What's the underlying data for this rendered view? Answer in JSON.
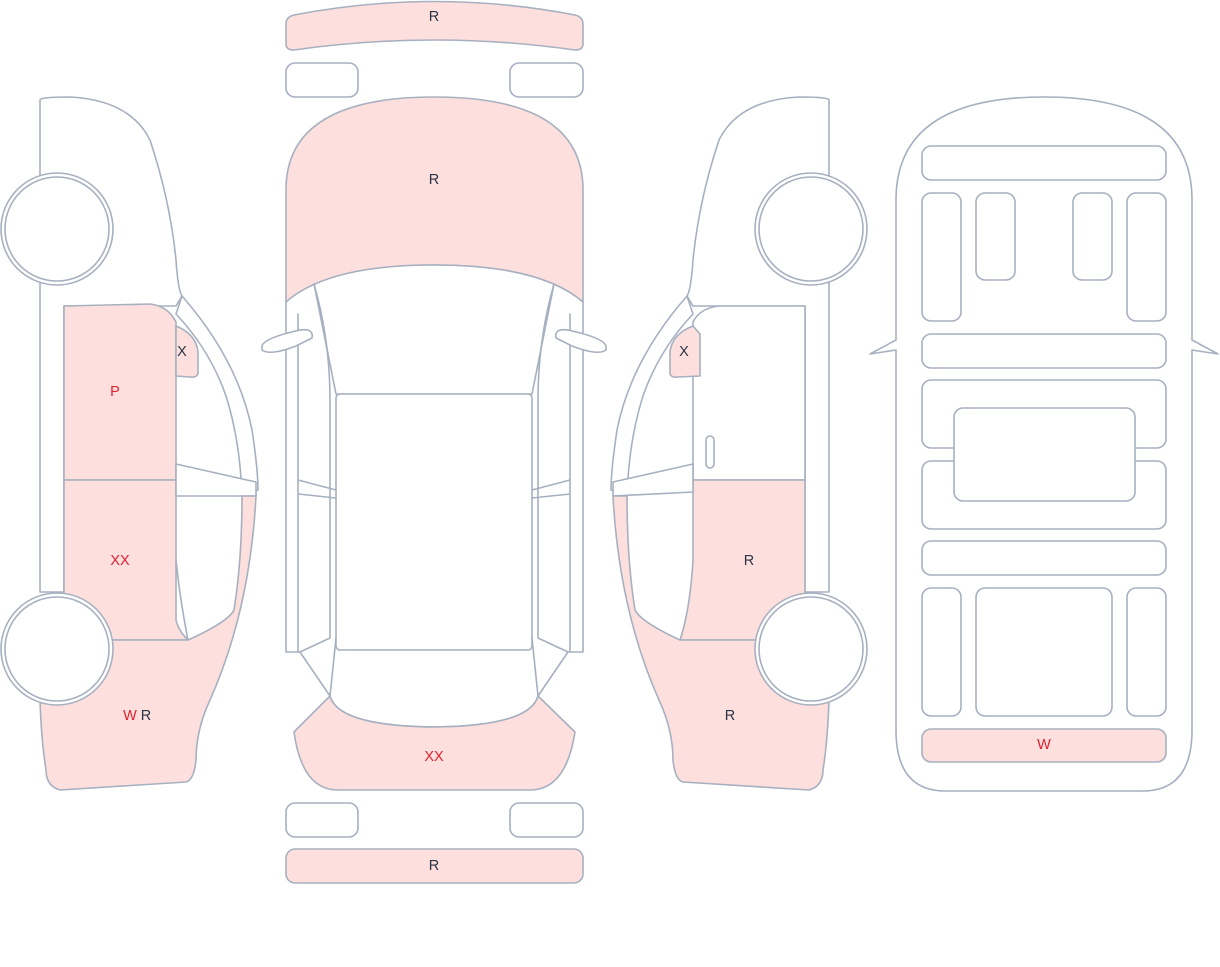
{
  "colors": {
    "outline": "#a7b0c0",
    "damaged_fill": "#fde0de",
    "clean_fill": "#ffffff",
    "code_red": "#e0212e",
    "code_dark": "#2c3445"
  },
  "top_view": {
    "front_bumper": "R",
    "hood": "R",
    "rear_hatch": "XX",
    "rear_bumper": "R"
  },
  "left_side": {
    "mirror": "X",
    "front_door": "P",
    "rear_door": "XX",
    "rear_quarter_a": "W",
    "rear_quarter_b": "R"
  },
  "right_side": {
    "mirror": "X",
    "rear_door": "R",
    "rear_quarter": "R"
  },
  "underbody": {
    "rear_panel": "W"
  }
}
